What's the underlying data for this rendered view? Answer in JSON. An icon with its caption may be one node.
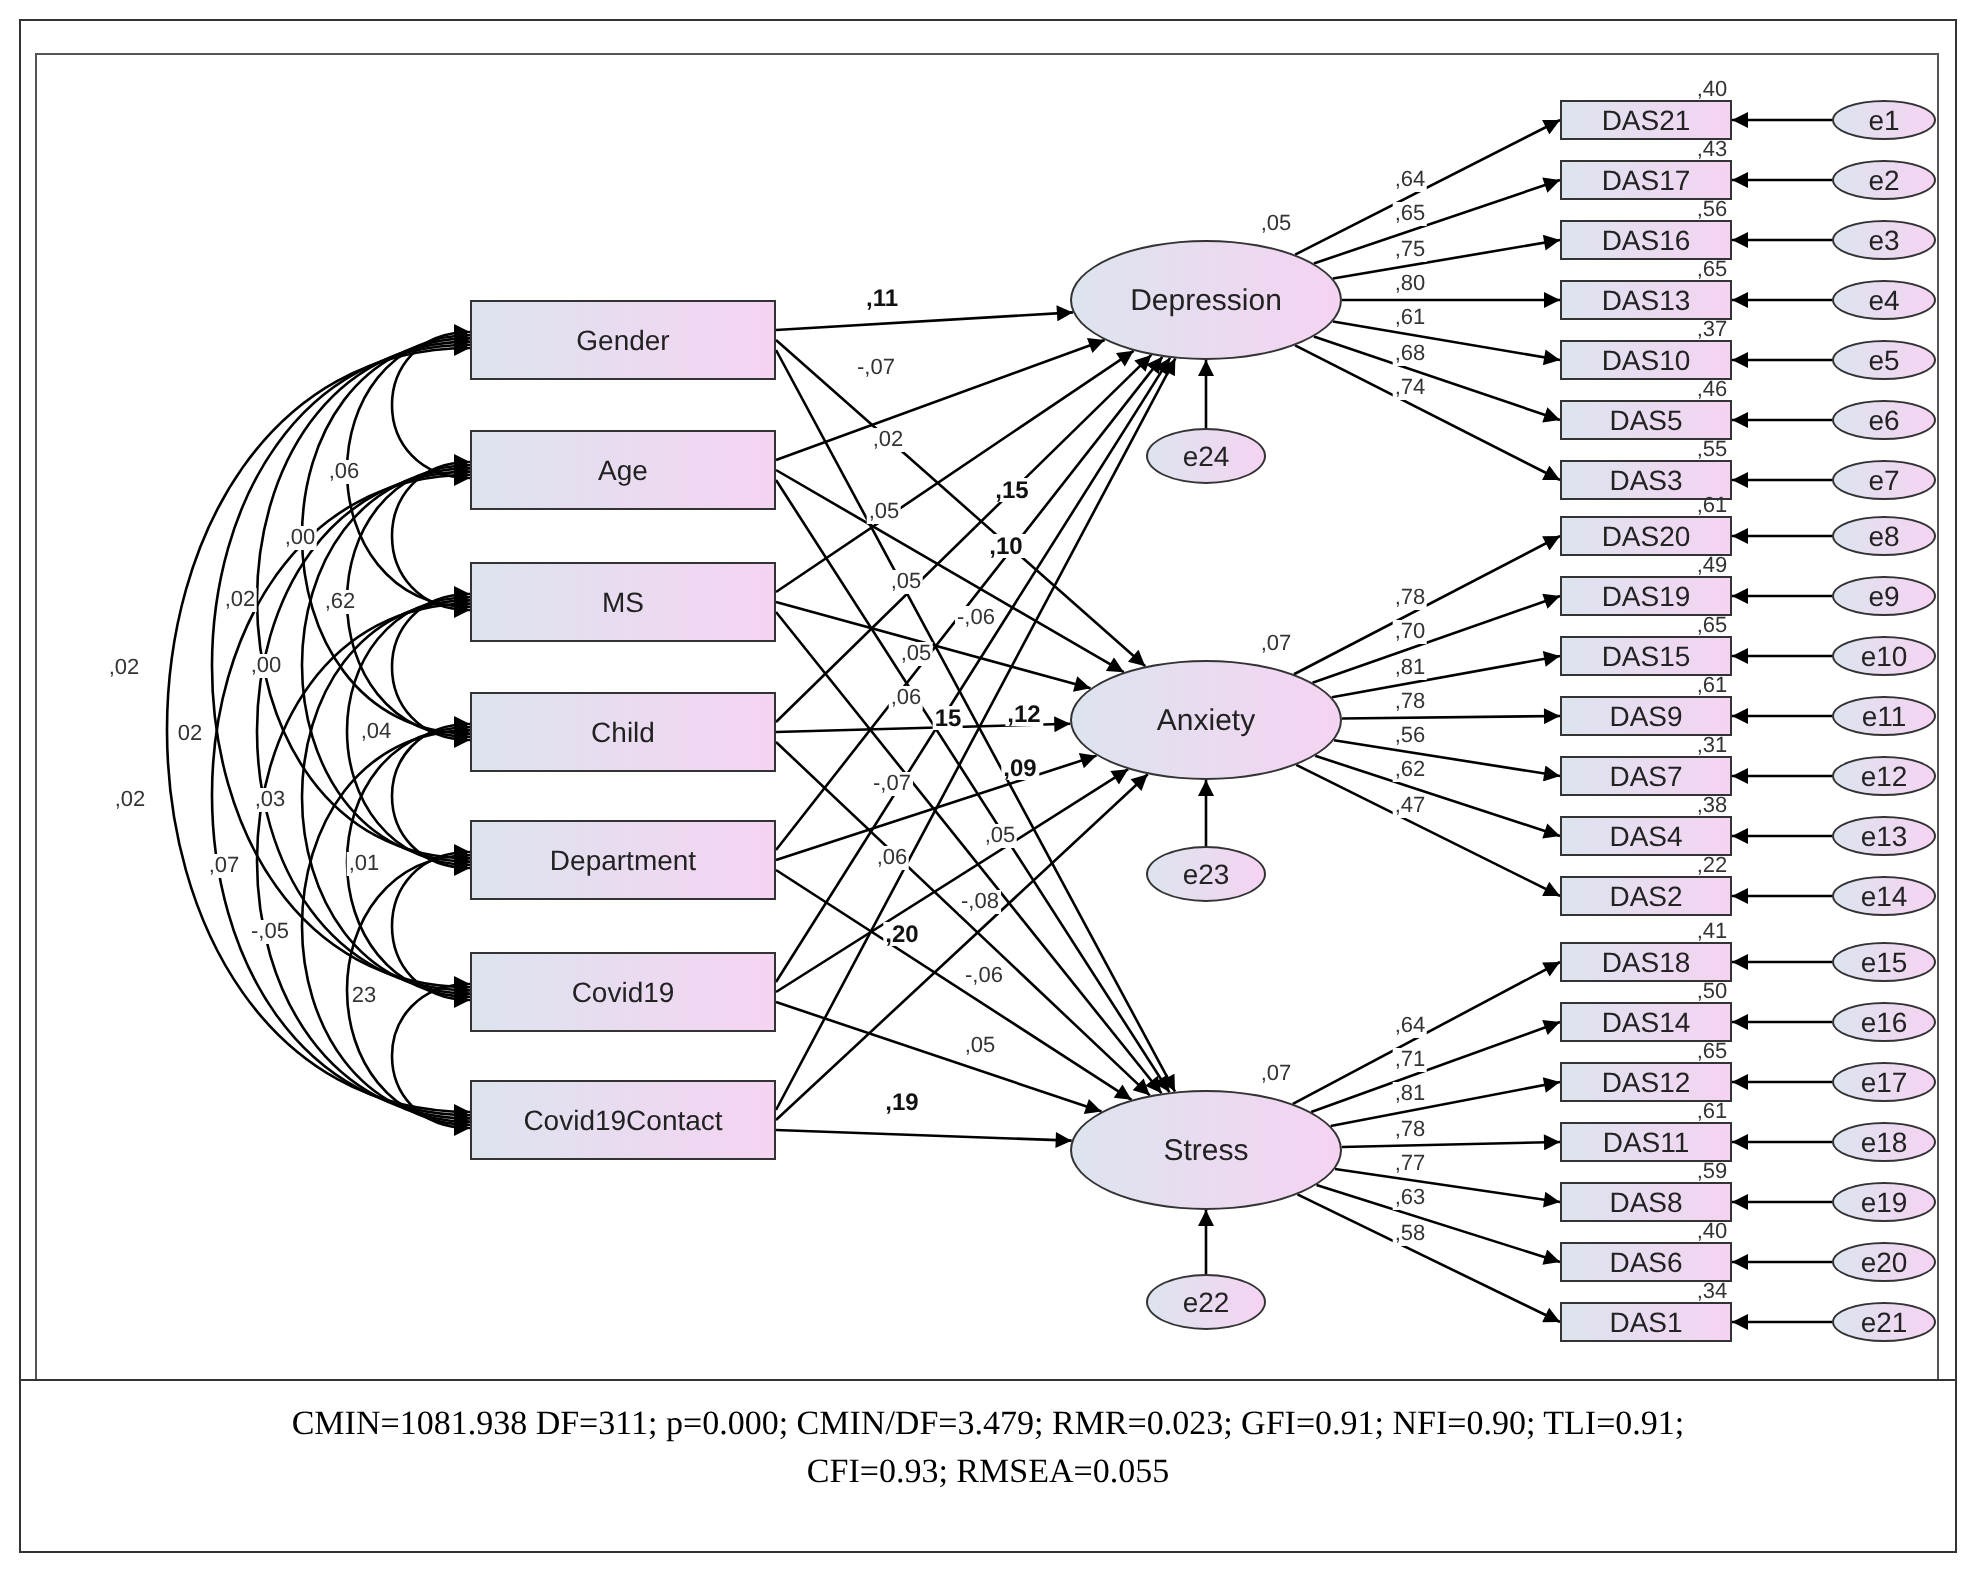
{
  "diagram": {
    "caption": "CMIN=1081.938 DF=311; p=0.000; CMIN/DF=3.479; RMR=0.023; GFI=0.91; NFI=0.90; TLI=0.91; CFI=0.93; RMSEA=0.055",
    "nodes": [
      {
        "text": [
          "Gender"
        ]
      },
      {
        "text": [
          "Age"
        ]
      },
      {
        "text": [
          "MS"
        ]
      },
      {
        "text": [
          "Child"
        ]
      },
      {
        "text": [
          "Department"
        ]
      },
      {
        "text": [
          "Covid19"
        ]
      },
      {
        "text": [
          "Covid19Contact"
        ]
      },
      {
        "text": [
          "Depression"
        ],
        "beside": [
          ",05"
        ]
      },
      {
        "text": [
          "DAS21"
        ],
        "beside": [
          ",40"
        ]
      },
      {
        "text": [
          "DAS17"
        ],
        "beside": [
          ",43"
        ]
      },
      {
        "text": [
          "DAS16"
        ],
        "beside": [
          ",56"
        ]
      },
      {
        "text": [
          "DAS13"
        ],
        "beside": [
          ",65"
        ]
      },
      {
        "text": [
          "DAS10"
        ],
        "beside": [
          ",37"
        ]
      },
      {
        "text": [
          "DAS5"
        ],
        "beside": [
          ",46"
        ]
      },
      {
        "text": [
          "DAS3"
        ],
        "beside": [
          ",55"
        ]
      },
      {
        "text": [
          "e1"
        ]
      },
      {
        "text": [
          "e2"
        ]
      },
      {
        "text": [
          "e3"
        ]
      },
      {
        "text": [
          "e4"
        ]
      },
      {
        "text": [
          "e5"
        ]
      },
      {
        "text": [
          "e6"
        ]
      },
      {
        "text": [
          "e7"
        ]
      },
      {
        "text": [
          "e24"
        ]
      },
      {
        "text": [
          "Anxiety"
        ],
        "beside": [
          ",07"
        ]
      },
      {
        "text": [
          "DAS20"
        ],
        "beside": [
          ",61"
        ]
      },
      {
        "text": [
          "DAS19"
        ],
        "beside": [
          ",49"
        ]
      },
      {
        "text": [
          "DAS15"
        ],
        "beside": [
          ",65"
        ]
      },
      {
        "text": [
          "DAS9"
        ],
        "beside": [
          ",61"
        ]
      },
      {
        "text": [
          "DAS7"
        ],
        "beside": [
          ",31"
        ]
      },
      {
        "text": [
          "DAS4"
        ],
        "beside": [
          ",38"
        ]
      },
      {
        "text": [
          "DAS2"
        ],
        "beside": [
          ",22"
        ]
      },
      {
        "text": [
          "e8"
        ]
      },
      {
        "text": [
          "e9"
        ]
      },
      {
        "text": [
          "e10"
        ]
      },
      {
        "text": [
          "e11"
        ]
      },
      {
        "text": [
          "e12"
        ]
      },
      {
        "text": [
          "e13"
        ]
      },
      {
        "text": [
          "e14"
        ]
      },
      {
        "text": [
          "e23"
        ]
      },
      {
        "text": [
          "Stress"
        ],
        "beside": [
          ",07"
        ]
      },
      {
        "text": [
          "DAS18"
        ],
        "beside": [
          ",41"
        ]
      },
      {
        "text": [
          "DAS14"
        ],
        "beside": [
          ",50"
        ]
      },
      {
        "text": [
          "DAS12"
        ],
        "beside": [
          ",65"
        ]
      },
      {
        "text": [
          "DAS11"
        ],
        "beside": [
          ",61"
        ]
      },
      {
        "text": [
          "DAS8"
        ],
        "beside": [
          ",59"
        ]
      },
      {
        "text": [
          "DAS6"
        ],
        "beside": [
          ",40"
        ]
      },
      {
        "text": [
          "DAS1"
        ],
        "beside": [
          ",34"
        ]
      },
      {
        "text": [
          "e15"
        ]
      },
      {
        "text": [
          "e16"
        ]
      },
      {
        "text": [
          "e17"
        ]
      },
      {
        "text": [
          "e18"
        ]
      },
      {
        "text": [
          "e19"
        ]
      },
      {
        "text": [
          "e20"
        ]
      },
      {
        "text": [
          "e21"
        ]
      },
      {
        "text": [
          "e22"
        ]
      }
    ],
    "edges": [
      {
        "from": 0,
        "to": 7,
        "arrow": "to"
      },
      {
        "from": 0,
        "to": 23,
        "arrow": "to"
      },
      {
        "from": 0,
        "to": 39,
        "arrow": "to"
      },
      {
        "from": 1,
        "to": 7,
        "arrow": "to"
      },
      {
        "from": 1,
        "to": 23,
        "arrow": "to"
      },
      {
        "from": 1,
        "to": 39,
        "arrow": "to"
      },
      {
        "from": 2,
        "to": 7,
        "arrow": "to"
      },
      {
        "from": 2,
        "to": 23,
        "arrow": "to"
      },
      {
        "from": 2,
        "to": 39,
        "arrow": "to"
      },
      {
        "from": 3,
        "to": 7,
        "arrow": "to"
      },
      {
        "from": 3,
        "to": 23,
        "arrow": "to"
      },
      {
        "from": 3,
        "to": 39,
        "arrow": "to"
      },
      {
        "from": 4,
        "to": 7,
        "arrow": "to"
      },
      {
        "from": 4,
        "to": 23,
        "arrow": "to"
      },
      {
        "from": 4,
        "to": 39,
        "arrow": "to"
      },
      {
        "from": 5,
        "to": 7,
        "arrow": "to"
      },
      {
        "from": 5,
        "to": 23,
        "arrow": "to"
      },
      {
        "from": 5,
        "to": 39,
        "arrow": "to"
      },
      {
        "from": 6,
        "to": 7,
        "arrow": "to"
      },
      {
        "from": 6,
        "to": 23,
        "arrow": "to"
      },
      {
        "from": 6,
        "to": 39,
        "arrow": "to"
      },
      {
        "from": 0,
        "to": 1,
        "arrow": "both"
      },
      {
        "from": 0,
        "to": 2,
        "arrow": "both"
      },
      {
        "from": 0,
        "to": 3,
        "arrow": "both"
      },
      {
        "from": 0,
        "to": 4,
        "arrow": "both"
      },
      {
        "from": 0,
        "to": 5,
        "arrow": "both"
      },
      {
        "from": 0,
        "to": 6,
        "arrow": "both"
      },
      {
        "from": 1,
        "to": 2,
        "arrow": "both"
      },
      {
        "from": 1,
        "to": 3,
        "arrow": "both"
      },
      {
        "from": 1,
        "to": 4,
        "arrow": "both"
      },
      {
        "from": 1,
        "to": 5,
        "arrow": "both"
      },
      {
        "from": 1,
        "to": 6,
        "arrow": "both"
      },
      {
        "from": 2,
        "to": 3,
        "arrow": "both"
      },
      {
        "from": 2,
        "to": 4,
        "arrow": "both"
      },
      {
        "from": 2,
        "to": 5,
        "arrow": "both"
      },
      {
        "from": 2,
        "to": 6,
        "arrow": "both"
      },
      {
        "from": 3,
        "to": 4,
        "arrow": "both"
      },
      {
        "from": 3,
        "to": 5,
        "arrow": "both"
      },
      {
        "from": 3,
        "to": 6,
        "arrow": "both"
      },
      {
        "from": 4,
        "to": 5,
        "arrow": "both"
      },
      {
        "from": 4,
        "to": 6,
        "arrow": "both"
      },
      {
        "from": 5,
        "to": 6,
        "arrow": "both"
      },
      {
        "from": 7,
        "to": 8,
        "arrow": "to",
        "label": ",64"
      },
      {
        "from": 7,
        "to": 9,
        "arrow": "to",
        "label": ",65"
      },
      {
        "from": 7,
        "to": 10,
        "arrow": "to",
        "label": ",75"
      },
      {
        "from": 7,
        "to": 11,
        "arrow": "to",
        "label": ",80"
      },
      {
        "from": 7,
        "to": 12,
        "arrow": "to",
        "label": ",61"
      },
      {
        "from": 7,
        "to": 13,
        "arrow": "to",
        "label": ",68"
      },
      {
        "from": 7,
        "to": 14,
        "arrow": "to",
        "label": ",74"
      },
      {
        "from": 23,
        "to": 24,
        "arrow": "to",
        "label": ",78"
      },
      {
        "from": 23,
        "to": 25,
        "arrow": "to",
        "label": ",70"
      },
      {
        "from": 23,
        "to": 26,
        "arrow": "to",
        "label": ",81"
      },
      {
        "from": 23,
        "to": 27,
        "arrow": "to",
        "label": ",78"
      },
      {
        "from": 23,
        "to": 28,
        "arrow": "to",
        "label": ",56"
      },
      {
        "from": 23,
        "to": 29,
        "arrow": "to",
        "label": ",62"
      },
      {
        "from": 23,
        "to": 30,
        "arrow": "to",
        "label": ",47"
      },
      {
        "from": 39,
        "to": 40,
        "arrow": "to",
        "label": ",64"
      },
      {
        "from": 39,
        "to": 41,
        "arrow": "to",
        "label": ",71"
      },
      {
        "from": 39,
        "to": 42,
        "arrow": "to",
        "label": ",81"
      },
      {
        "from": 39,
        "to": 43,
        "arrow": "to",
        "label": ",78"
      },
      {
        "from": 39,
        "to": 44,
        "arrow": "to",
        "label": ",77"
      },
      {
        "from": 39,
        "to": 45,
        "arrow": "to",
        "label": ",63"
      },
      {
        "from": 39,
        "to": 46,
        "arrow": "to",
        "label": ",58"
      },
      {
        "from": 15,
        "to": 8,
        "arrow": "to"
      },
      {
        "from": 16,
        "to": 9,
        "arrow": "to"
      },
      {
        "from": 17,
        "to": 10,
        "arrow": "to"
      },
      {
        "from": 18,
        "to": 11,
        "arrow": "to"
      },
      {
        "from": 19,
        "to": 12,
        "arrow": "to"
      },
      {
        "from": 20,
        "to": 13,
        "arrow": "to"
      },
      {
        "from": 21,
        "to": 14,
        "arrow": "to"
      },
      {
        "from": 31,
        "to": 24,
        "arrow": "to"
      },
      {
        "from": 32,
        "to": 25,
        "arrow": "to"
      },
      {
        "from": 33,
        "to": 26,
        "arrow": "to"
      },
      {
        "from": 34,
        "to": 27,
        "arrow": "to"
      },
      {
        "from": 35,
        "to": 28,
        "arrow": "to"
      },
      {
        "from": 36,
        "to": 29,
        "arrow": "to"
      },
      {
        "from": 37,
        "to": 30,
        "arrow": "to"
      },
      {
        "from": 47,
        "to": 40,
        "arrow": "to"
      },
      {
        "from": 48,
        "to": 41,
        "arrow": "to"
      },
      {
        "from": 49,
        "to": 42,
        "arrow": "to"
      },
      {
        "from": 50,
        "to": 43,
        "arrow": "to"
      },
      {
        "from": 51,
        "to": 44,
        "arrow": "to"
      },
      {
        "from": 52,
        "to": 45,
        "arrow": "to"
      },
      {
        "from": 53,
        "to": 46,
        "arrow": "to"
      },
      {
        "from": 22,
        "to": 7,
        "arrow": "to"
      },
      {
        "from": 38,
        "to": 23,
        "arrow": "to"
      },
      {
        "from": 54,
        "to": 39,
        "arrow": "to"
      }
    ],
    "labels": [
      ",06",
      ",00",
      ",02",
      ",62",
      ",02",
      ",00",
      "02",
      ",04",
      ",02",
      ",03",
      ",07",
      ",01",
      "-,05",
      "23",
      ",11",
      "-,07",
      ",02",
      ",15",
      ",05",
      ",10",
      ",05",
      "-,06",
      ",05",
      ",06",
      "15",
      ",12",
      "-,07",
      ",09",
      ",05",
      ",06",
      "-,08",
      ",20",
      "-,06",
      ",05",
      ",19"
    ]
  }
}
